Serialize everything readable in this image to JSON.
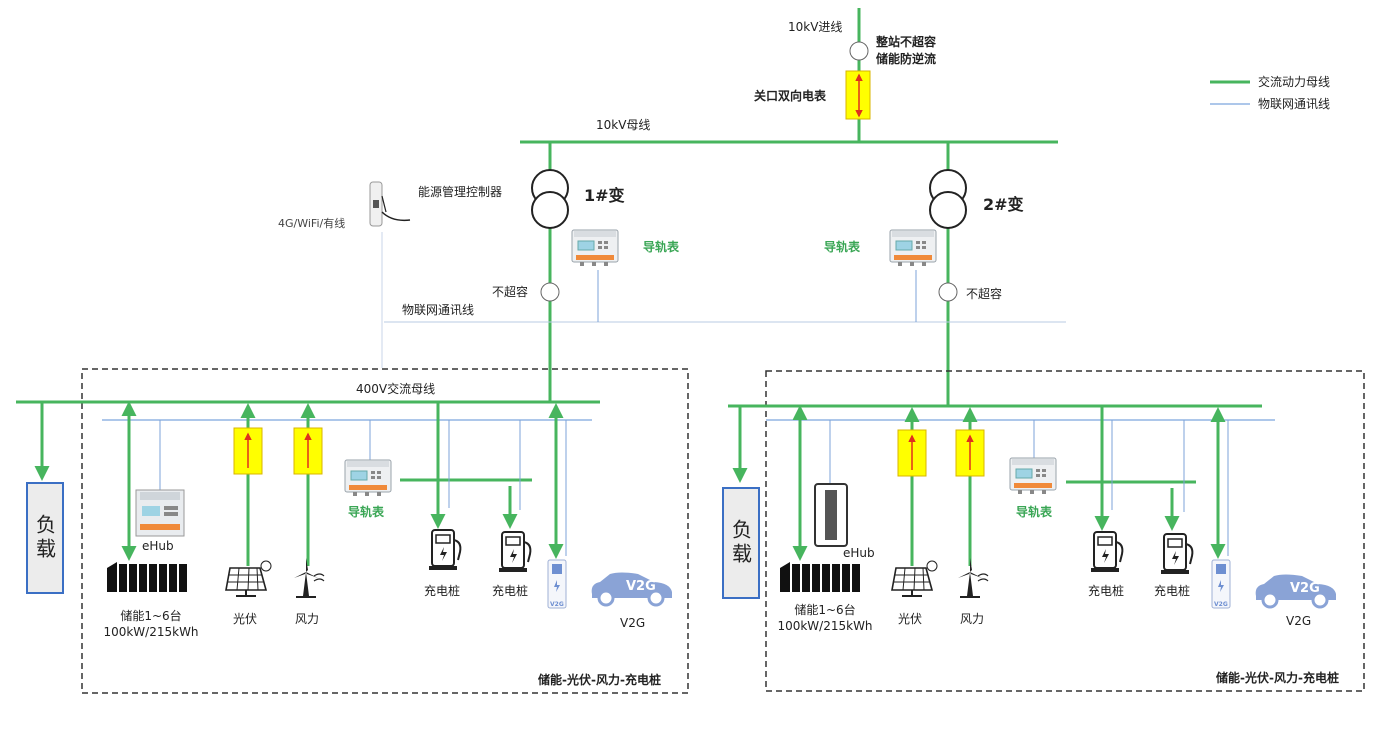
{
  "colors": {
    "power_bus": "#47b55e",
    "iot_line": "#5b8fd6",
    "meter_box": "#ffff00",
    "meter_arrow": "#e0301e",
    "v2g_car": "#8aa3d6",
    "load_border": "#3b6fc4"
  },
  "legend": {
    "power_bus": "交流动力母线",
    "iot_line": "物联网通讯线"
  },
  "top": {
    "incoming": "10kV进线",
    "anti_backflow": [
      "整站不超容",
      "储能防逆流"
    ],
    "gateway_meter": "关口双向电表",
    "bus_10kv": "10kV母线"
  },
  "controller": {
    "name": "能源管理控制器",
    "comm": "4G/WiFi/有线"
  },
  "iot_bus_label": "物联网通讯线",
  "transformers": [
    {
      "name": "1#变",
      "rail_meter": "导轨表",
      "limit": "不超容"
    },
    {
      "name": "2#变",
      "rail_meter": "导轨表",
      "limit": "不超容"
    }
  ],
  "bus_400v": "400V交流母线",
  "groups": [
    {
      "load": "负载",
      "ehub": "eHub",
      "storage": [
        "储能1~6台",
        "100kW/215kWh"
      ],
      "pv": "光伏",
      "wind": "风力",
      "rail_meter": "导轨表",
      "chargers": [
        "充电桩",
        "充电桩"
      ],
      "v2g_badge": "V2G",
      "v2g_label": "V2G",
      "mini_badge": "V2G",
      "title": "储能-光伏-风力-充电桩"
    },
    {
      "load": "负载",
      "ehub": "eHub",
      "storage": [
        "储能1~6台",
        "100kW/215kWh"
      ],
      "pv": "光伏",
      "wind": "风力",
      "rail_meter": "导轨表",
      "chargers": [
        "充电桩",
        "充电桩"
      ],
      "v2g_badge": "V2G",
      "v2g_label": "V2G",
      "mini_badge": "V2G",
      "title": "储能-光伏-风力-充电桩"
    }
  ]
}
